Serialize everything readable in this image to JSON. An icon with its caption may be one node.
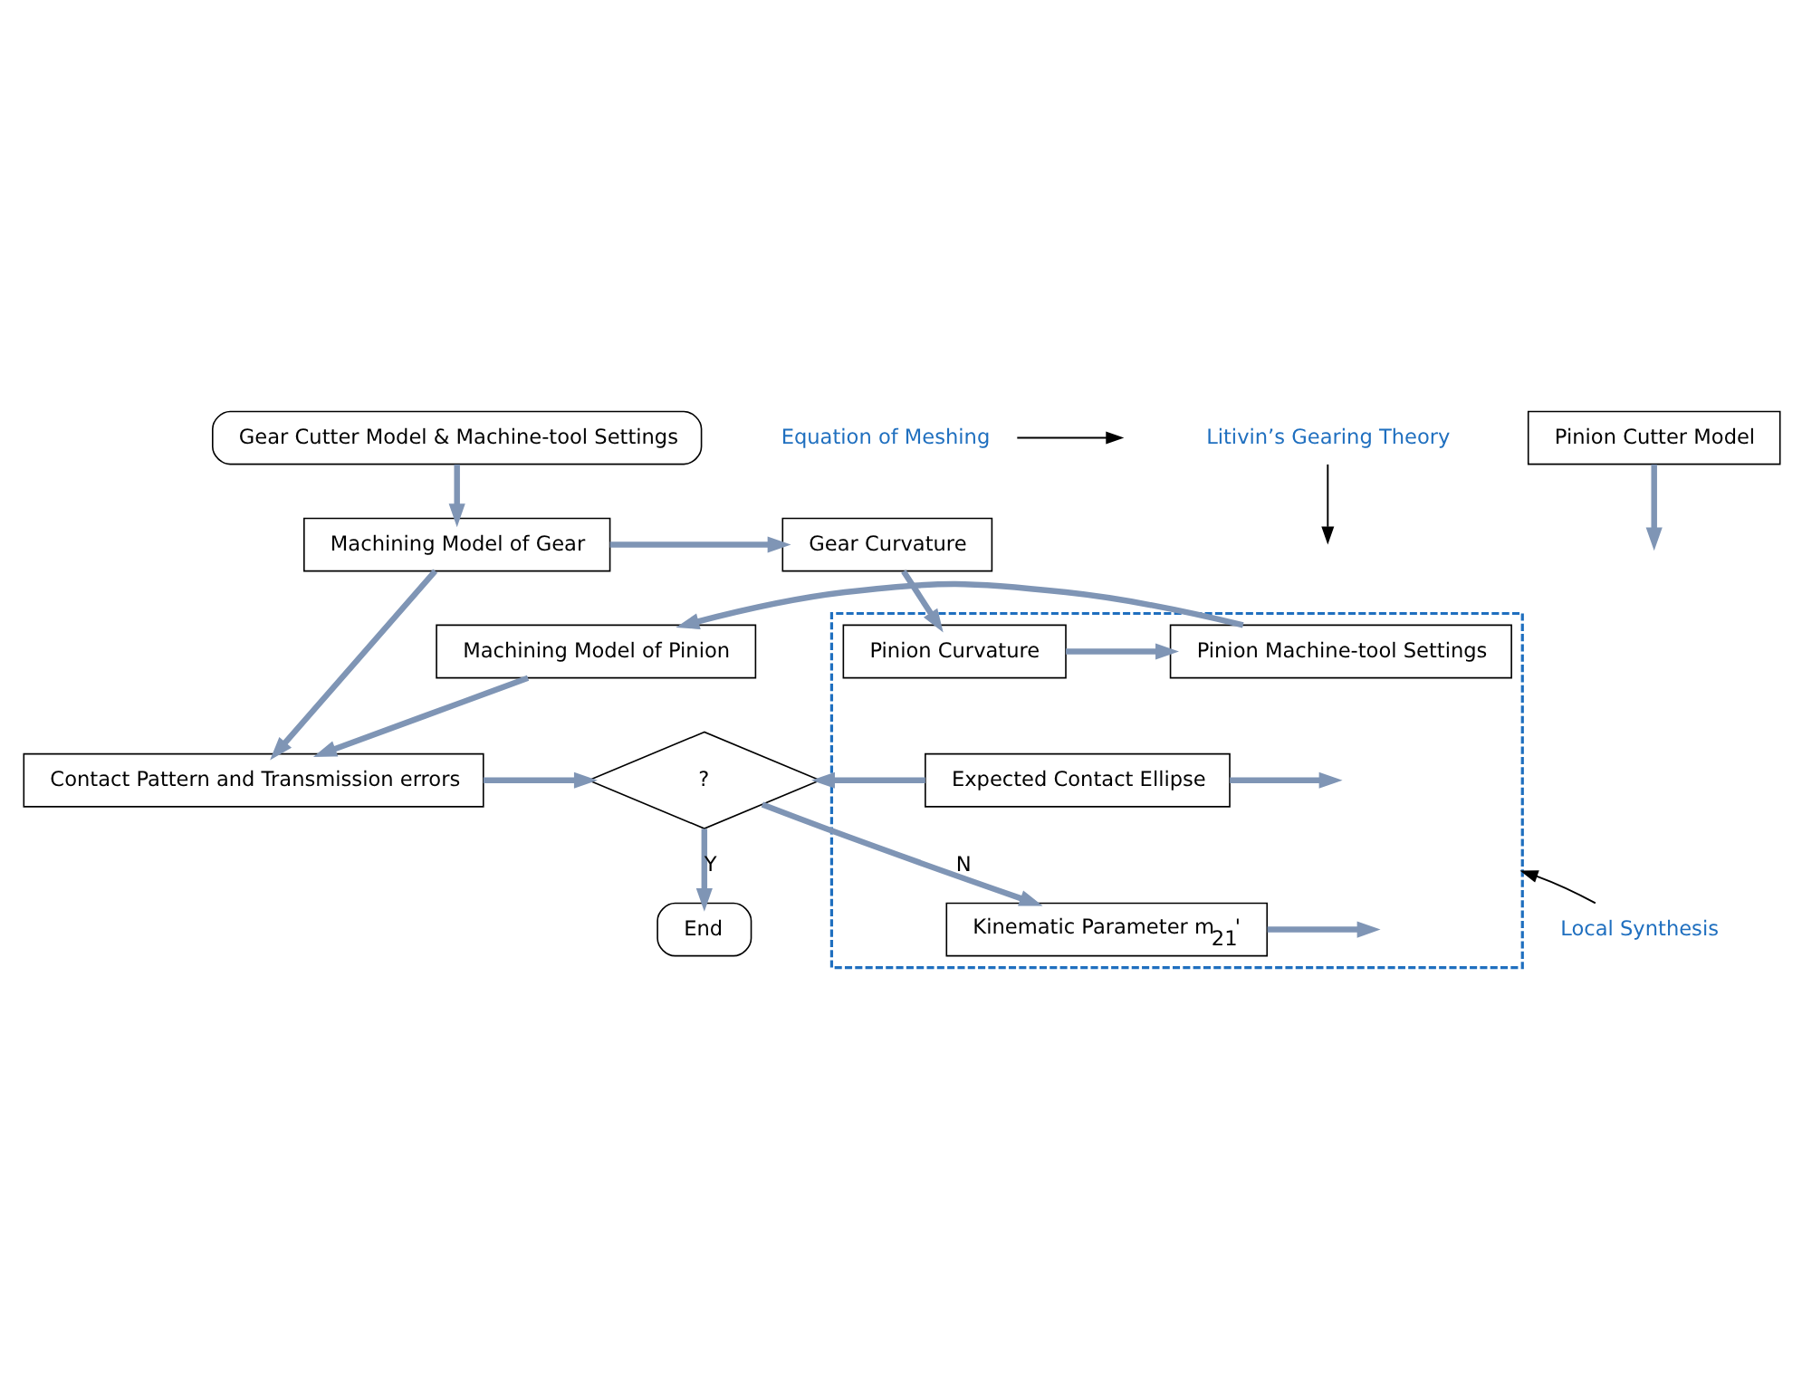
{
  "diagram": {
    "nodes": [
      {
        "text": [
          "Gear Cutter Model & Machine-tool Settings"
        ]
      },
      {
        "text": [
          "Equation of Meshing"
        ]
      },
      {
        "text": [
          "Litivin’s Gearing Theory"
        ]
      },
      {
        "text": [
          "Machining Model of Gear"
        ]
      },
      {
        "text": [
          "Gear Curvature"
        ]
      },
      {
        "text": [
          "Local Synthesis"
        ]
      },
      {
        "text": [],
        "shape": "box"
      },
      {
        "text": [
          "Kinematic Parameter m$_{21}$'"
        ],
        "in": 6
      },
      {
        "text": [
          "Contact Pattern and Transmission errors"
        ]
      },
      {
        "text": [
          "?"
        ]
      },
      {
        "text": [
          "Expected Contact Ellipse"
        ],
        "in": 6
      },
      {
        "text": [
          "End"
        ]
      },
      {
        "text": [
          "Machining Model of Pinion"
        ]
      },
      {
        "text": [
          "Pinion Machine-tool Settings"
        ],
        "in": 6
      },
      {
        "text": [
          "Pinion Curvature"
        ],
        "in": 6
      },
      {
        "text": [
          "Pinion Cutter Model"
        ]
      }
    ],
    "edges": [
      {
        "from": 0,
        "to": 3,
        "arrow": "to"
      },
      {
        "from": 1,
        "to": null,
        "arrow": "to",
        "color": "#000000"
      },
      {
        "from": 3,
        "to": 4,
        "arrow": "to"
      },
      {
        "from": 2,
        "to": null,
        "arrow": "to",
        "color": "#000000"
      },
      {
        "from": 3,
        "to": 8,
        "arrow": "to"
      },
      {
        "from": 5,
        "to": 6,
        "arrow": "to",
        "color": "#000000"
      },
      {
        "from": 4,
        "to": 14,
        "arrow": "to"
      },
      {
        "from": 9,
        "to": 7,
        "arrow": "to",
        "label": "N"
      },
      {
        "from": 7,
        "to": null,
        "arrow": "to"
      },
      {
        "from": 10,
        "to": 9,
        "arrow": "to"
      },
      {
        "from": 10,
        "to": null,
        "arrow": "to"
      },
      {
        "from": 8,
        "to": 9,
        "arrow": "to"
      },
      {
        "from": 9,
        "to": 11,
        "arrow": "to",
        "label": "Y"
      },
      {
        "from": 14,
        "to": 13,
        "arrow": "to"
      },
      {
        "from": 13,
        "to": 12,
        "arrow": "to"
      },
      {
        "from": 15,
        "to": null,
        "arrow": "to"
      },
      {
        "from": 12,
        "to": 8,
        "arrow": "to"
      }
    ]
  }
}
